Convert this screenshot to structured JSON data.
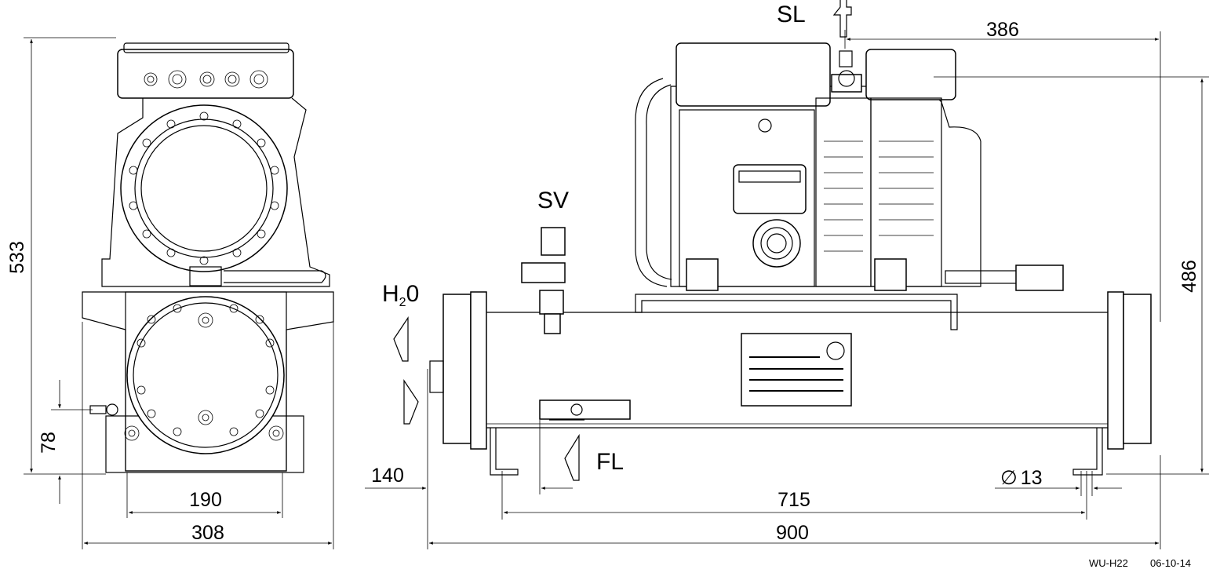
{
  "labels": {
    "sl": "SL",
    "sv": "SV",
    "h2o_h": "H",
    "h2o_sub": "2",
    "h2o_o": "0",
    "fl": "FL",
    "diameter_symbol": "∅",
    "diameter_value": "13"
  },
  "dimensions": {
    "height_total": "533",
    "height_base": "78",
    "width_190": "190",
    "width_308": "308",
    "offset_140": "140",
    "length_715": "715",
    "length_900": "900",
    "width_386": "386",
    "height_486": "486"
  },
  "footer": {
    "code": "WU-H22",
    "date": "06-10-14"
  }
}
